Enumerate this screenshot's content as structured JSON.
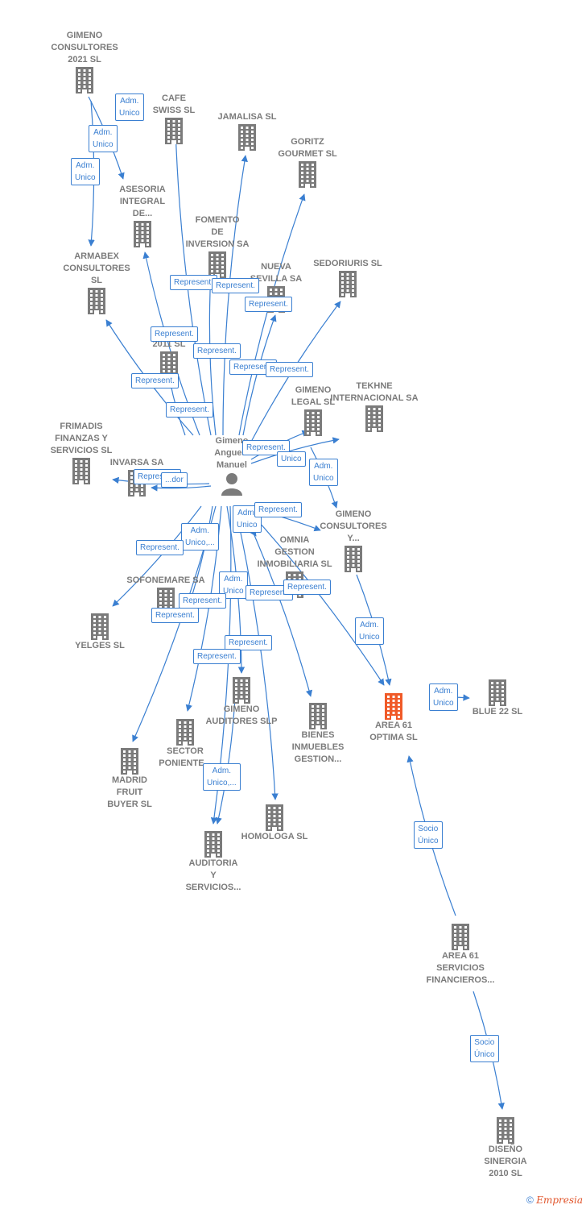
{
  "colors": {
    "edge": "#3a7fd1",
    "building": "#7b7b7b",
    "focus": "#f05a28",
    "person": "#7b7b7b"
  },
  "icons": {
    "company": "building-icon",
    "person": "person-icon"
  },
  "nodes": [
    {
      "id": "gimeno2021",
      "kind": "company",
      "label": [
        "GIMENO",
        "CONSULTORES",
        "2021  SL"
      ]
    },
    {
      "id": "cafe",
      "kind": "company",
      "label": [
        "CAFE",
        "SWISS  SL"
      ]
    },
    {
      "id": "jamalisa",
      "kind": "company",
      "label": [
        "JAMALISA SL"
      ]
    },
    {
      "id": "goritz",
      "kind": "company",
      "label": [
        "GORITZ",
        "GOURMET  SL"
      ]
    },
    {
      "id": "asesoria",
      "kind": "company",
      "label": [
        "ASESORIA",
        "INTEGRAL",
        "DE..."
      ]
    },
    {
      "id": "fomento",
      "kind": "company",
      "label": [
        "FOMENTO",
        "DE",
        "INVERSION SA"
      ]
    },
    {
      "id": "armabex",
      "kind": "company",
      "label": [
        "ARMABEX",
        "CONSULTORES",
        "SL"
      ]
    },
    {
      "id": "nueva",
      "kind": "company",
      "label": [
        "NUEVA",
        "SEVILLA SA"
      ]
    },
    {
      "id": "sedoriuris",
      "kind": "company",
      "label": [
        "SEDORIURIS SL"
      ]
    },
    {
      "id": "b2011",
      "kind": "company",
      "label": [
        "B...",
        "2011 SL"
      ]
    },
    {
      "id": "tekhne",
      "kind": "company",
      "label": [
        "TEKHNE",
        "INTERNACIONAL SA"
      ]
    },
    {
      "id": "gimenolegal",
      "kind": "company",
      "label": [
        "GIMENO",
        "LEGAL  SL"
      ]
    },
    {
      "id": "person",
      "kind": "person",
      "label": [
        "Gimeno",
        "Angue...",
        "Manuel"
      ]
    },
    {
      "id": "frimadis",
      "kind": "company",
      "label": [
        "FRIMADIS",
        "FINANZAS Y",
        "SERVICIOS SL"
      ]
    },
    {
      "id": "invarsa",
      "kind": "company",
      "label": [
        "INVARSA SA"
      ]
    },
    {
      "id": "gimenoy",
      "kind": "company",
      "label": [
        "GIMENO",
        "CONSULTORES",
        "Y..."
      ]
    },
    {
      "id": "omnia",
      "kind": "company",
      "label": [
        "OMNIA",
        "GESTION",
        "INMOBILIARIA SL"
      ]
    },
    {
      "id": "sofonemare",
      "kind": "company",
      "label": [
        "SOFONEMARE SA"
      ]
    },
    {
      "id": "yelges",
      "kind": "company",
      "label": [
        "YELGES SL"
      ]
    },
    {
      "id": "area61",
      "kind": "focus",
      "label": [
        "AREA 61",
        "OPTIMA  SL"
      ]
    },
    {
      "id": "blue22",
      "kind": "company",
      "label": [
        "BLUE 22  SL"
      ]
    },
    {
      "id": "gimenoaud",
      "kind": "company",
      "label": [
        "GIMENO",
        "AUDITORES SLP"
      ]
    },
    {
      "id": "bienes",
      "kind": "company",
      "label": [
        "BIENES",
        "INMUEBLES",
        "GESTION..."
      ]
    },
    {
      "id": "sector",
      "kind": "company",
      "label": [
        "SECTOR",
        "PONIENTE..."
      ]
    },
    {
      "id": "madrid",
      "kind": "company",
      "label": [
        "MADRID",
        "FRUIT",
        "BUYER SL"
      ]
    },
    {
      "id": "homologa",
      "kind": "company",
      "label": [
        "HOMOLOGA SL"
      ]
    },
    {
      "id": "auditoria",
      "kind": "company",
      "label": [
        "AUDITORIA",
        "Y",
        "SERVICIOS..."
      ]
    },
    {
      "id": "area61sf",
      "kind": "company",
      "label": [
        "AREA 61",
        "SERVICIOS",
        "FINANCIEROS..."
      ]
    },
    {
      "id": "disenyo",
      "kind": "company",
      "label": [
        "DISEÑO",
        "SINERGIA",
        "2010 SL"
      ]
    }
  ],
  "edge_labels": [
    {
      "id": "l1",
      "lines": [
        "Adm.",
        "Unico"
      ]
    },
    {
      "id": "l2",
      "lines": [
        "Adm.",
        "Unico"
      ]
    },
    {
      "id": "l3",
      "lines": [
        "Adm.",
        "Unico"
      ]
    },
    {
      "id": "l4",
      "lines": [
        "Represent."
      ]
    },
    {
      "id": "l5",
      "lines": [
        "Represent."
      ]
    },
    {
      "id": "l6",
      "lines": [
        "Represent."
      ]
    },
    {
      "id": "l7",
      "lines": [
        "Represent."
      ]
    },
    {
      "id": "l8",
      "lines": [
        "Represent."
      ]
    },
    {
      "id": "l9",
      "lines": [
        "Represent."
      ]
    },
    {
      "id": "l10",
      "lines": [
        "Represent."
      ]
    },
    {
      "id": "l11",
      "lines": [
        "Represent."
      ]
    },
    {
      "id": "l12",
      "lines": [
        "Represent."
      ]
    },
    {
      "id": "l13",
      "lines": [
        "Represent."
      ]
    },
    {
      "id": "l14",
      "lines": [
        "Unico"
      ]
    },
    {
      "id": "l15",
      "lines": [
        "Adm.",
        "Unico"
      ]
    },
    {
      "id": "l16",
      "lines": [
        "Represent."
      ]
    },
    {
      "id": "l17",
      "lines": [
        "...dor"
      ]
    },
    {
      "id": "l18",
      "lines": [
        "Adm.",
        "Unico"
      ]
    },
    {
      "id": "l19",
      "lines": [
        "Represent."
      ]
    },
    {
      "id": "l20",
      "lines": [
        "Adm.",
        "Unico,..."
      ]
    },
    {
      "id": "l21",
      "lines": [
        "Represent."
      ]
    },
    {
      "id": "l22",
      "lines": [
        "Adm.",
        "Unico"
      ]
    },
    {
      "id": "l23",
      "lines": [
        "Represent."
      ]
    },
    {
      "id": "l24",
      "lines": [
        "Represent."
      ]
    },
    {
      "id": "l25",
      "lines": [
        "Represent."
      ]
    },
    {
      "id": "l26",
      "lines": [
        "Represent."
      ]
    },
    {
      "id": "l27",
      "lines": [
        "Adm.",
        "Unico"
      ]
    },
    {
      "id": "l28",
      "lines": [
        "Adm.",
        "Unico"
      ]
    },
    {
      "id": "l29",
      "lines": [
        "Represent."
      ]
    },
    {
      "id": "l30",
      "lines": [
        "Represent."
      ]
    },
    {
      "id": "l31",
      "lines": [
        "Adm.",
        "Unico,..."
      ]
    },
    {
      "id": "l32",
      "lines": [
        "Socio",
        "Único"
      ]
    },
    {
      "id": "l33",
      "lines": [
        "Socio",
        "Único"
      ]
    }
  ],
  "footer": {
    "copyright": "©",
    "brand": "Empresia"
  }
}
